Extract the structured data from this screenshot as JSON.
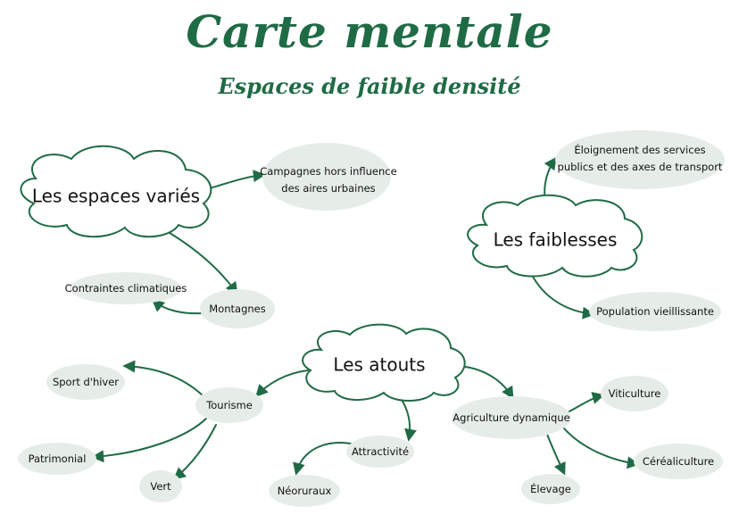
{
  "header": {
    "title": "Carte mentale",
    "subtitle": "Espaces de faible densité"
  },
  "clouds": {
    "espaces": "Les espaces variés",
    "faiblesses": "Les faiblesses",
    "atouts": "Les atouts"
  },
  "nodes": {
    "campagnes": [
      "Campagnes hors influence",
      "des aires urbaines"
    ],
    "contraintes": "Contraintes climatiques",
    "montagnes": "Montagnes",
    "eloignement": [
      "Éloignement des services",
      "publics et des axes de transport"
    ],
    "population": "Population vieillissante",
    "sport": "Sport d'hiver",
    "tourisme": "Tourisme",
    "patrimonial": "Patrimonial",
    "vert": "Vert",
    "attractivite": "Attractivité",
    "neoruraux": "Néoruraux",
    "agriculture": "Agriculture dynamique",
    "viticulture": "Viticulture",
    "cerealiculture": "Céréaliculture",
    "elevage": "Élevage"
  },
  "colors": {
    "accent": "#1f6b45",
    "node_fill": "#e6ede8",
    "cloud_stroke": "#1f6b45"
  }
}
